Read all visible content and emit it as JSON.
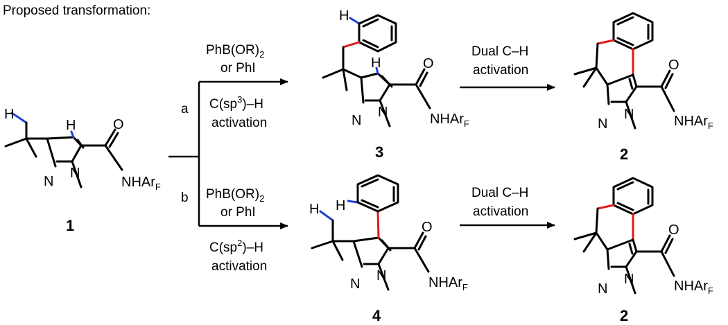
{
  "header": "Proposed transformation:",
  "compounds": {
    "c1": "1",
    "c3": "3",
    "c4": "4",
    "c2a": "2",
    "c2b": "2"
  },
  "atoms": {
    "H": "H",
    "N": "N",
    "O": "O",
    "amide": "NHAr",
    "amide_sub": "F"
  },
  "route_a": {
    "label": "a",
    "reagent1": "PhB(OR)",
    "reagent1_sub": "2",
    "reagent2": "or PhI",
    "cond1_pre": "C(sp",
    "cond1_sup": "3",
    "cond1_post": ")–H",
    "cond2": "activation"
  },
  "route_b": {
    "label": "b",
    "reagent1": "PhB(OR)",
    "reagent1_sub": "2",
    "reagent2": "or PhI",
    "cond1_pre": "C(sp",
    "cond1_sup": "2",
    "cond1_post": ")–H",
    "cond2": "activation"
  },
  "dual": {
    "line1": "Dual C–H",
    "line2": "activation"
  },
  "colors": {
    "new_bond": "#e21a1a",
    "activated_ch": "#1f3fd6"
  }
}
